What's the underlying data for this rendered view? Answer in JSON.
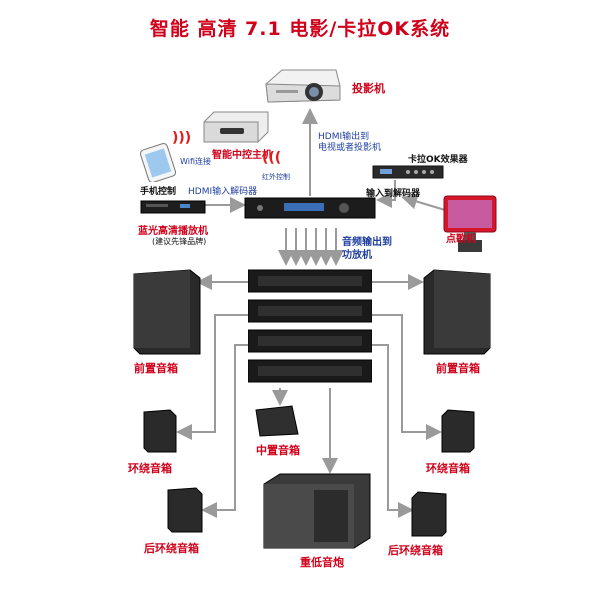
{
  "title": "智能 高清 7.1 电影/卡拉OK系统",
  "devices": {
    "projector": "投影机",
    "control_host": "智能中控主机",
    "phone": "手机控制",
    "karaoke_effect": "卡拉OK效果器",
    "bluray": "蓝光高清播放机",
    "bluray_note": "(建议先锋品牌)",
    "song_machine": "点歌机",
    "front_left": "前置音箱",
    "front_right": "前置音箱",
    "center": "中置音箱",
    "surround_left": "环绕音箱",
    "surround_right": "环绕音箱",
    "rear_left": "后环绕音箱",
    "rear_right": "后环绕音箱",
    "subwoofer": "重低音炮"
  },
  "connections": {
    "hdmi_out": "HDMI输出到\n电视或者投影机",
    "wifi": "Wifi连接",
    "ir": "红外控制",
    "hdmi_in_left": "HDMI输入解码器",
    "hdmi_in_right": "输入到解码器",
    "audio_out": "音频输出到\n功放机"
  },
  "colors": {
    "title": "#d0021b",
    "arrow": "#9a9a9a",
    "blue_label": "#1f3fa0"
  }
}
